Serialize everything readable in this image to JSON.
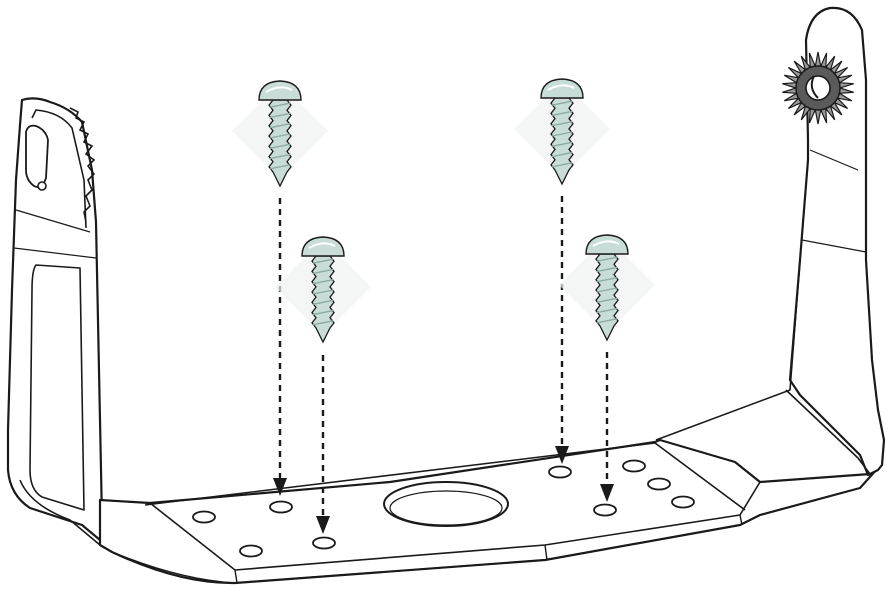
{
  "colors": {
    "background": "#ffffff",
    "outline": "#1a1a1a",
    "screw_fill": "#c9ddd8",
    "screw_shadow": "#8fa9a3",
    "screw_glow": "#eef2f1",
    "knob_fill": "#9a9a9a",
    "arrow": "#1a1a1a"
  },
  "parts": {
    "bracket": "gimbal-mounting-bracket",
    "screws": [
      "mounting-screw-1",
      "mounting-screw-2",
      "mounting-screw-3",
      "mounting-screw-4"
    ],
    "knobs": [
      "ratchet-knob-left",
      "ratchet-knob-right"
    ],
    "holes": "base-mounting-holes",
    "cable_hole": "cable-pass-through-hole"
  },
  "icons": {
    "screw": "screw-icon",
    "arrow": "insertion-arrow-icon"
  }
}
